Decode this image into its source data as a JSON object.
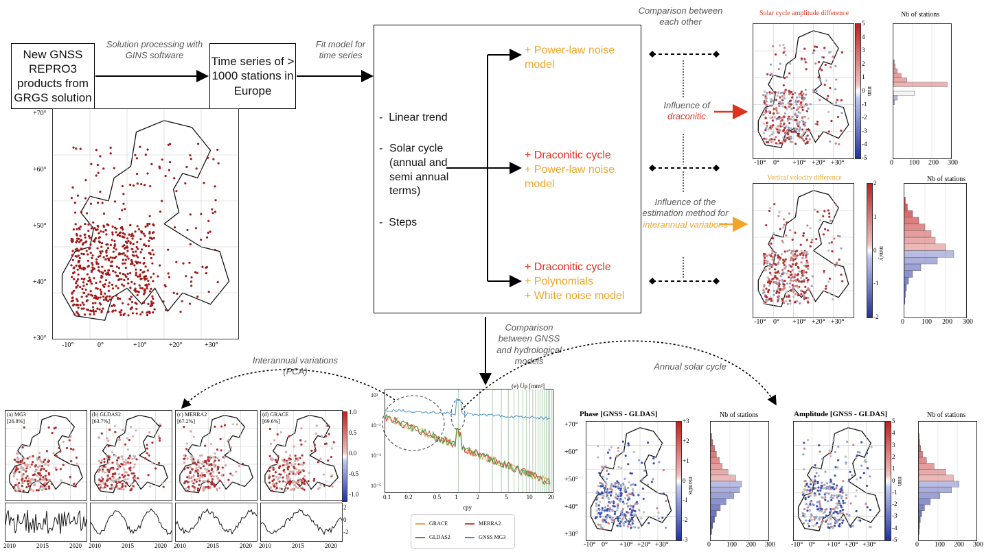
{
  "boxes": {
    "products": "New GNSS REPRO3 products from GRGS solution",
    "timeseries": "Time series of > 1000 stations in Europe"
  },
  "arrows": {
    "processing": "Solution processing with GINS software",
    "fit": "Fit model for time series",
    "comparison_each": "Comparison between each other",
    "comparison_hydro": "Comparison between GNSS and hydrological models",
    "interannual": "Interannual variations (PCA)",
    "annual_solar": "Annual solar cycle"
  },
  "model": {
    "items": [
      "Linear trend",
      "Solar cycle (annual and semi annual terms)",
      "Steps"
    ],
    "dash": "-",
    "plus": "+",
    "branch1": [
      "Power-law noise model"
    ],
    "branch2": [
      "Draconitic cycle",
      "Power-law noise model"
    ],
    "branch3": [
      "Draconitic cycle",
      "Polynomials",
      "White noise model"
    ]
  },
  "influence": {
    "draconitic_prefix": "Influence of",
    "draconitic_word": "draconitic",
    "estimation_prefix": "Influence of the estimation method for",
    "estimation_word": "interannual variations"
  },
  "colors": {
    "red": "#e0321f",
    "orange": "#f0a62a",
    "station": "#a01818",
    "blue": "#3a4fb0"
  },
  "map_main": {
    "lat_ticks": [
      "+30°",
      "+40°",
      "+50°",
      "+60°",
      "+70°"
    ],
    "lon_ticks": [
      "-10°",
      "0°",
      "+10°",
      "+20°",
      "+30°"
    ]
  },
  "panel_solar": {
    "title": "Solar cycle amplitude difference",
    "unit": "mm",
    "cbar_ticks": [
      "5",
      "4",
      "3",
      "2",
      "1",
      "0",
      "-1",
      "-2",
      "-3",
      "-4",
      "-5"
    ],
    "lon_ticks": [
      "-10°",
      "0°",
      "+10°",
      "+20°",
      "+30°"
    ],
    "hist_title": "Nb of stations",
    "hist_ticks": [
      "0",
      "100",
      "200",
      "300"
    ]
  },
  "panel_velocity": {
    "title": "Vertical velocity difference",
    "unit": "mm/y",
    "cbar_ticks": [
      "2",
      "1",
      "0",
      "-1",
      "-2"
    ],
    "lon_ticks": [
      "-10°",
      "0°",
      "+10°",
      "+20°",
      "+30°"
    ],
    "hist_title": "Nb of stations",
    "hist_ticks": [
      "0",
      "100",
      "200",
      "300"
    ]
  },
  "pca": {
    "panels": [
      {
        "label": "(a) MG3",
        "pct": "[26.8%]"
      },
      {
        "label": "(b) GLDAS2",
        "pct": "[63.7%]"
      },
      {
        "label": "(c) MERRA2",
        "pct": "[67.2%]"
      },
      {
        "label": "(d) GRACE",
        "pct": "[69.6%]"
      }
    ],
    "cbar_ticks": [
      "1.0",
      "0.5",
      "0.0",
      "-0.5",
      "-1.0"
    ],
    "ts_ticks": [
      "2",
      "0",
      "-2"
    ],
    "year_ticks": [
      "2010",
      "2015",
      "2020"
    ]
  },
  "spectrum": {
    "title": "(e) Up [mm²]",
    "xlabel": "cpy",
    "x_ticks": [
      "0.1",
      "0.2",
      "0.5",
      "1",
      "2",
      "5",
      "10",
      "20"
    ],
    "y_ticks": [
      "10¹",
      "10⁻¹",
      "10⁻³",
      "10⁻⁵"
    ],
    "legend": [
      "GRACE",
      "MERRA2",
      "GLDAS2",
      "GNSS MG3"
    ],
    "legend_colors": [
      "#f0a050",
      "#d04040",
      "#40a040",
      "#4a90c8"
    ]
  },
  "phase_panel": {
    "title": "Phase [GNSS - GLDAS]",
    "unit": "months",
    "cbar_ticks": [
      "+3",
      "+2",
      "+1",
      "0",
      "-1",
      "-2",
      "-3"
    ],
    "lat_ticks": [
      "+70°",
      "+60°",
      "+50°",
      "+40°",
      "+30°"
    ],
    "lon_ticks": [
      "-10°",
      "0°",
      "+10°",
      "+20°",
      "+30°"
    ],
    "hist_title": "Nb of stations",
    "hist_ticks": [
      "0",
      "100",
      "200",
      "300"
    ]
  },
  "amp_panel": {
    "title": "Amplitude [GNSS - GLDAS]",
    "unit": "mm",
    "cbar_ticks": [
      "5",
      "4",
      "3",
      "2",
      "1",
      "0",
      "-1",
      "-2",
      "-3",
      "-4",
      "-5"
    ],
    "lon_ticks": [
      "-10°",
      "0°",
      "+10°",
      "+20°",
      "+30°"
    ],
    "hist_title": "Nb of stations",
    "hist_ticks": [
      "0",
      "100",
      "200",
      "300"
    ]
  }
}
